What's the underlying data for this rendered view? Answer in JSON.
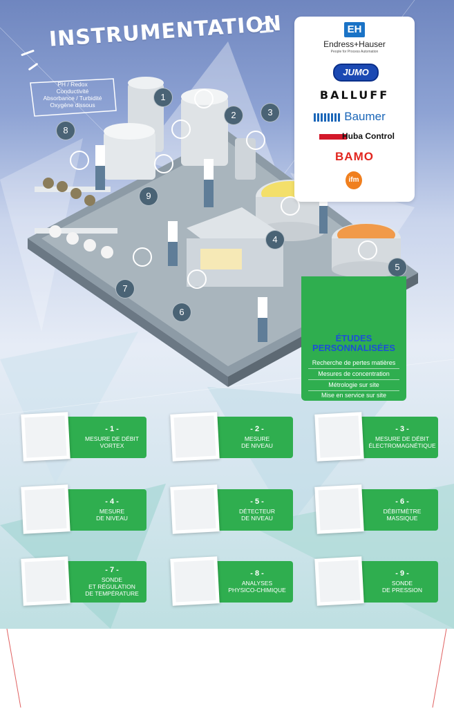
{
  "title": "INSTRUMENTATION",
  "analysis_note": [
    "PH / Redox",
    "Conductivité",
    "Absorbance / Turbidité",
    "Oxygène dissous"
  ],
  "brands": {
    "eh_logo": "EH",
    "eh_name": "Endress+Hauser",
    "eh_tagline": "People for Process Automation",
    "jumo": "JUMO",
    "balluff": "BALLUFF",
    "baumer": "Baumer",
    "huba": "Huba Control",
    "bamo": "BAMO",
    "ifm": "ifm"
  },
  "markers": [
    "1",
    "2",
    "3",
    "4",
    "5",
    "6",
    "7",
    "8",
    "9"
  ],
  "studies": {
    "title_1": "ÉTUDES",
    "title_2": "PERSONNALISÉES",
    "items": [
      "Recherche de pertes matières",
      "Mesures de concentration",
      "Métrologie sur site",
      "Mise en service sur site"
    ]
  },
  "cards": [
    {
      "num": "- 1 -",
      "lines": [
        "MESURE DE DÉBIT",
        "VORTEX"
      ]
    },
    {
      "num": "- 2 -",
      "lines": [
        "MESURE",
        "DE NIVEAU"
      ]
    },
    {
      "num": "- 3 -",
      "lines": [
        "MESURE DE DÉBIT",
        "ÉLECTROMAGNÉTIQUE"
      ]
    },
    {
      "num": "- 4 -",
      "lines": [
        "MESURE",
        "DE NIVEAU"
      ]
    },
    {
      "num": "- 5 -",
      "lines": [
        "DÉTECTEUR",
        "DE NIVEAU"
      ]
    },
    {
      "num": "- 6 -",
      "lines": [
        "DÉBITMÈTRE",
        "MASSIQUE"
      ]
    },
    {
      "num": "- 7 -",
      "lines": [
        "SONDE",
        "ET RÉGULATION",
        "DE TEMPÉRATURE"
      ]
    },
    {
      "num": "- 8 -",
      "lines": [
        "ANALYSES",
        "PHYSICO-CHIMIQUE"
      ]
    },
    {
      "num": "- 9 -",
      "lines": [
        "SONDE",
        "DE PRESSION"
      ]
    }
  ],
  "colors": {
    "green": "#2fae4f",
    "blue_title": "#1c4fd6",
    "marker": "#4a6375"
  }
}
